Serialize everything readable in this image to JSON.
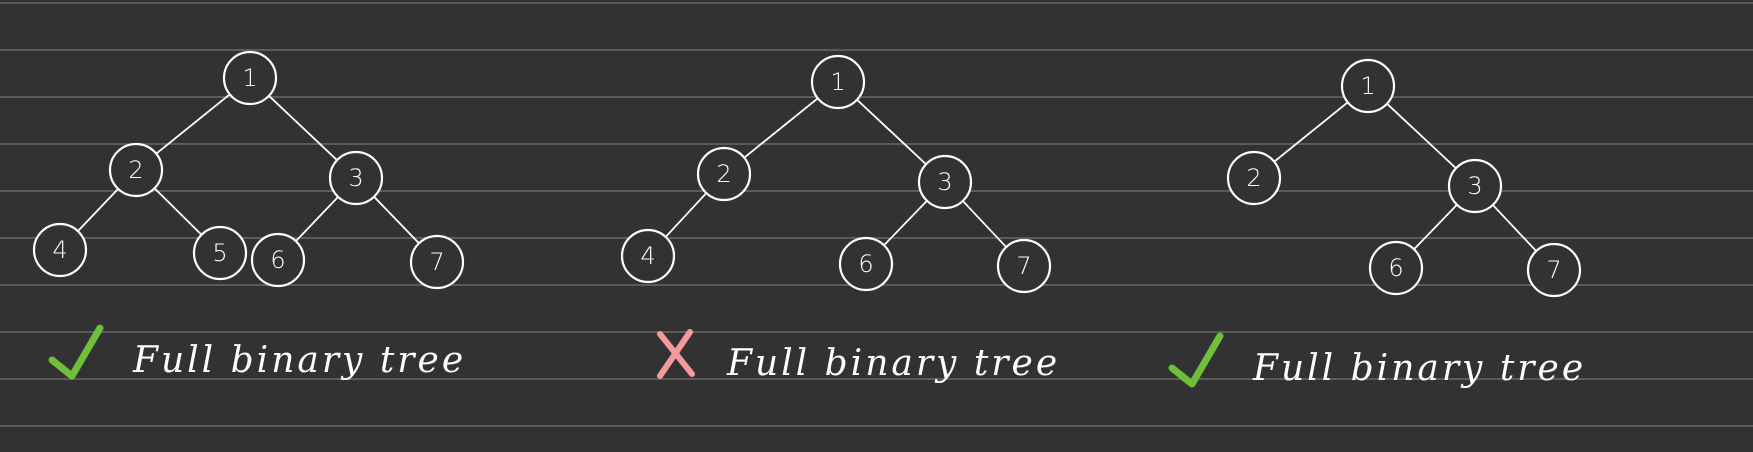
{
  "diagrams": [
    {
      "verdict": "yes",
      "caption": "Full binary tree",
      "nodes": [
        {
          "id": "1",
          "label": "1"
        },
        {
          "id": "2",
          "label": "2"
        },
        {
          "id": "3",
          "label": "3"
        },
        {
          "id": "4",
          "label": "4"
        },
        {
          "id": "5",
          "label": "5"
        },
        {
          "id": "6",
          "label": "6"
        },
        {
          "id": "7",
          "label": "7"
        }
      ],
      "edges": [
        [
          "1",
          "2"
        ],
        [
          "1",
          "3"
        ],
        [
          "2",
          "4"
        ],
        [
          "2",
          "5"
        ],
        [
          "3",
          "6"
        ],
        [
          "3",
          "7"
        ]
      ]
    },
    {
      "verdict": "no",
      "caption": "Full binary tree",
      "nodes": [
        {
          "id": "1",
          "label": "1"
        },
        {
          "id": "2",
          "label": "2"
        },
        {
          "id": "3",
          "label": "3"
        },
        {
          "id": "4",
          "label": "4"
        },
        {
          "id": "6",
          "label": "6"
        },
        {
          "id": "7",
          "label": "7"
        }
      ],
      "edges": [
        [
          "1",
          "2"
        ],
        [
          "1",
          "3"
        ],
        [
          "2",
          "4"
        ],
        [
          "3",
          "6"
        ],
        [
          "3",
          "7"
        ]
      ]
    },
    {
      "verdict": "yes",
      "caption": "Full binary tree",
      "nodes": [
        {
          "id": "1",
          "label": "1"
        },
        {
          "id": "2",
          "label": "2"
        },
        {
          "id": "3",
          "label": "3"
        },
        {
          "id": "6",
          "label": "6"
        },
        {
          "id": "7",
          "label": "7"
        }
      ],
      "edges": [
        [
          "1",
          "2"
        ],
        [
          "1",
          "3"
        ],
        [
          "3",
          "6"
        ],
        [
          "3",
          "7"
        ]
      ]
    }
  ],
  "colors": {
    "background": "#323232",
    "rule_line": "#5b5b5b",
    "ink": "#ffffff",
    "check": "#6fbf3a",
    "cross": "#f49a9a"
  }
}
